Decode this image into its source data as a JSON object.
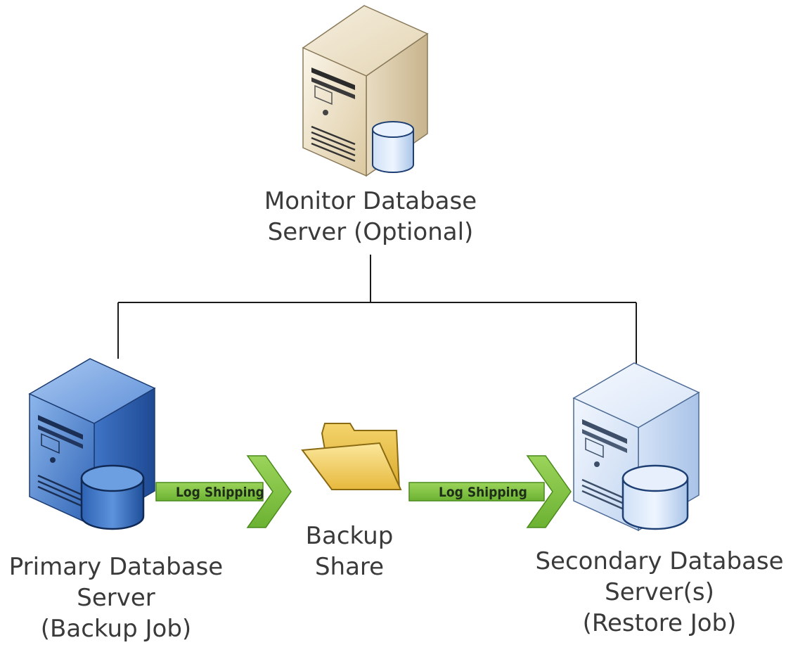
{
  "monitor": {
    "label_line1": "Monitor Database",
    "label_line2": "Server (Optional)"
  },
  "primary": {
    "label_line1": "Primary Database",
    "label_line2": "Server",
    "label_line3": "(Backup Job)"
  },
  "share": {
    "label_line1": "Backup",
    "label_line2": "Share"
  },
  "secondary": {
    "label_line1": "Secondary Database",
    "label_line2": "Server(s)",
    "label_line3": "(Restore Job)"
  },
  "arrows": {
    "left_label": "Log Shipping",
    "right_label": "Log Shipping"
  },
  "colors": {
    "arrow_green": "#7cc142",
    "primary_blue": "#3f78c8",
    "secondary_light_blue": "#c9daf1",
    "monitor_beige": "#e9dcc0",
    "folder_yellow": "#f0c94d"
  }
}
